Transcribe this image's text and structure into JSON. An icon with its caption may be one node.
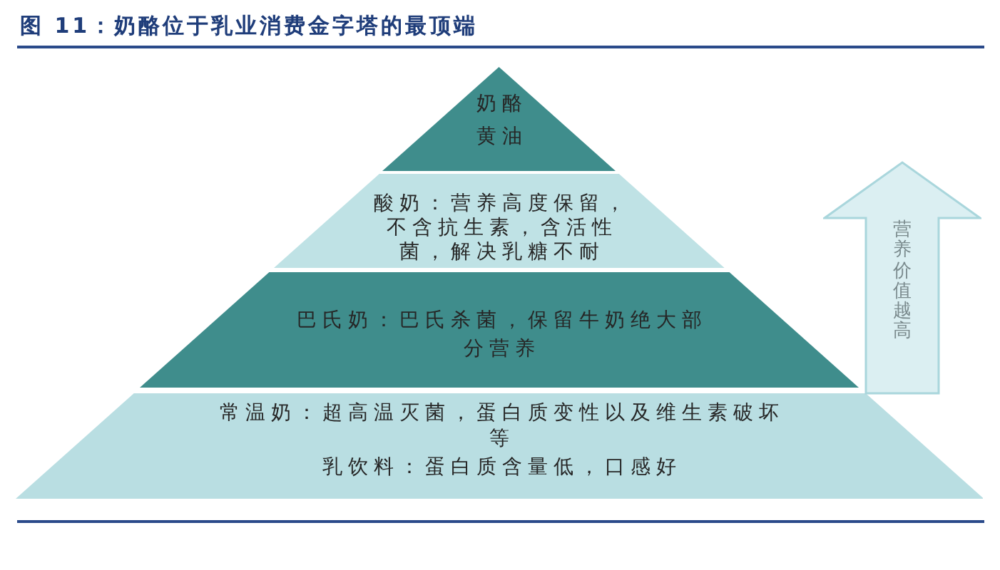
{
  "diagram": {
    "title": "图 11：奶酪位于乳业消费金字塔的最顶端",
    "nodes": [
      {
        "text": [
          "奶酪",
          "黄油"
        ]
      },
      {
        "text": [
          "酸奶：营养高度保留，不含抗生素，含活性菌，解决乳糖不耐"
        ]
      },
      {
        "text": [
          "巴氏奶：巴氏杀菌，保留牛奶绝大部分营养"
        ]
      },
      {
        "text": [
          "常温奶：超高温灭菌，蛋白质变性以及维生素破坏等",
          "乳饮料：蛋白质含量低，口感好"
        ]
      },
      {
        "text": [
          "营养价值越高"
        ]
      }
    ]
  }
}
